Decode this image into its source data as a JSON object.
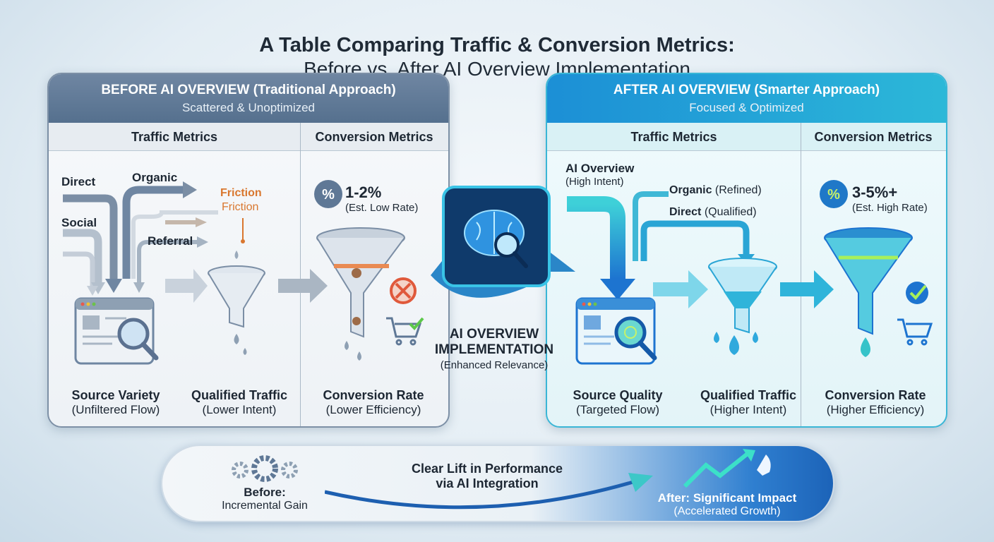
{
  "title": {
    "line1": "A Table Comparing Traffic & Conversion Metrics:",
    "line2": "Before vs. After AI Overview Implementation"
  },
  "before": {
    "heading": "BEFORE AI OVERVIEW (Traditional Approach)",
    "subheading": "Scattered & Unoptimized",
    "col_traffic": "Traffic Metrics",
    "col_conversion": "Conversion Metrics",
    "sources": {
      "direct": "Direct",
      "organic": "Organic",
      "social": "Social",
      "referral": "Referral"
    },
    "friction1": "Friction",
    "friction2": "Friction",
    "rate": "1-2%",
    "rate_note": "(Est. Low Rate)",
    "labels": [
      {
        "title": "Source Variety",
        "sub": "(Unfiltered Flow)"
      },
      {
        "title": "Qualified Traffic",
        "sub": "(Lower Intent)"
      },
      {
        "title": "Conversion Rate",
        "sub": "(Lower Efficiency)"
      }
    ]
  },
  "center": {
    "line1": "AI OVERVIEW",
    "line2": "IMPLEMENTATION",
    "sub": "(Enhanced Relevance)"
  },
  "after": {
    "heading": "AFTER AI OVERVIEW (Smarter Approach)",
    "subheading": "Focused & Optimized",
    "col_traffic": "Traffic Metrics",
    "col_conversion": "Conversion Metrics",
    "sources": {
      "ai": "AI Overview",
      "ai_note": "(High Intent)",
      "organic": "Organic",
      "organic_note": "(Refined)",
      "direct": "Direct",
      "direct_note": "(Qualified)"
    },
    "rate": "3-5%+",
    "rate_note": "(Est. High Rate)",
    "labels": [
      {
        "title": "Source Quality",
        "sub": "(Targeted Flow)"
      },
      {
        "title": "Qualified Traffic",
        "sub": "(Higher Intent)"
      },
      {
        "title": "Conversion Rate",
        "sub": "(Higher Efficiency)"
      }
    ]
  },
  "bottom": {
    "before_title": "Before:",
    "before_sub": "Incremental Gain",
    "middle1": "Clear Lift in Performance",
    "middle2": "via AI Integration",
    "after_title": "After: Significant Impact",
    "after_sub": "(Accelerated Growth)"
  },
  "colors": {
    "before": "#5a7391",
    "after": "#1f9fd8",
    "friction": "#d9772f",
    "accent_green": "#7ed321"
  }
}
